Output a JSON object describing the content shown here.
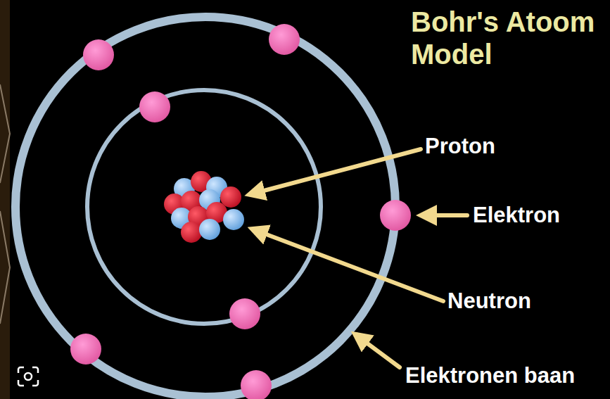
{
  "diagram": {
    "title": "Bohr's Atoom Model",
    "labels": [
      "Proton",
      "Elektron",
      "Neutron",
      "Elektronen baan"
    ]
  }
}
